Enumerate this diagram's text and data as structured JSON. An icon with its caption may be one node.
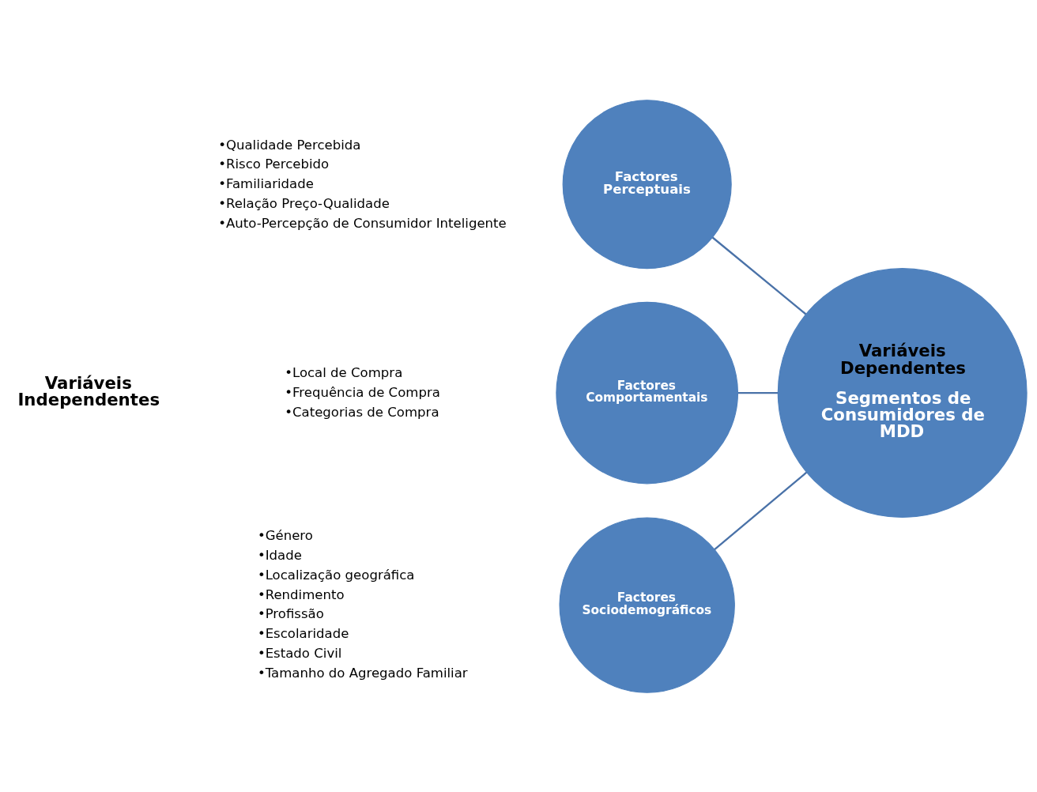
{
  "diagram": {
    "nodes": [
      {
        "text": [
          "Factores Perceptuais"
        ]
      },
      {
        "text": [
          "Factores Comportamentais"
        ]
      },
      {
        "text": [
          "Factores Sociodemográficos"
        ]
      },
      {
        "text": [
          "Variáveis Dependentes",
          "Segmentos de Consumidores de MDD"
        ]
      }
    ],
    "edges": [
      {
        "from": 0,
        "to": 3,
        "arrow": "none"
      },
      {
        "from": 1,
        "to": 3,
        "arrow": "none"
      },
      {
        "from": 2,
        "to": 3,
        "arrow": "none"
      }
    ],
    "labels": [
      "Variáveis Independentes",
      "•Qualidade Percebida",
      "•Risco Percebido",
      "•Familiaridade",
      "•Relação Preço-Qualidade",
      "•Auto-Percepção de Consumidor Inteligente",
      "•Local de Compra",
      "•Frequência de Compra",
      "•Categorias de Compra",
      "•Género",
      "•Idade",
      "•Localização geográfica",
      "•Rendimento",
      "•Profissão",
      "•Escolaridade",
      "•Estado Civil",
      "•Tamanho do Agregado Familiar"
    ]
  }
}
